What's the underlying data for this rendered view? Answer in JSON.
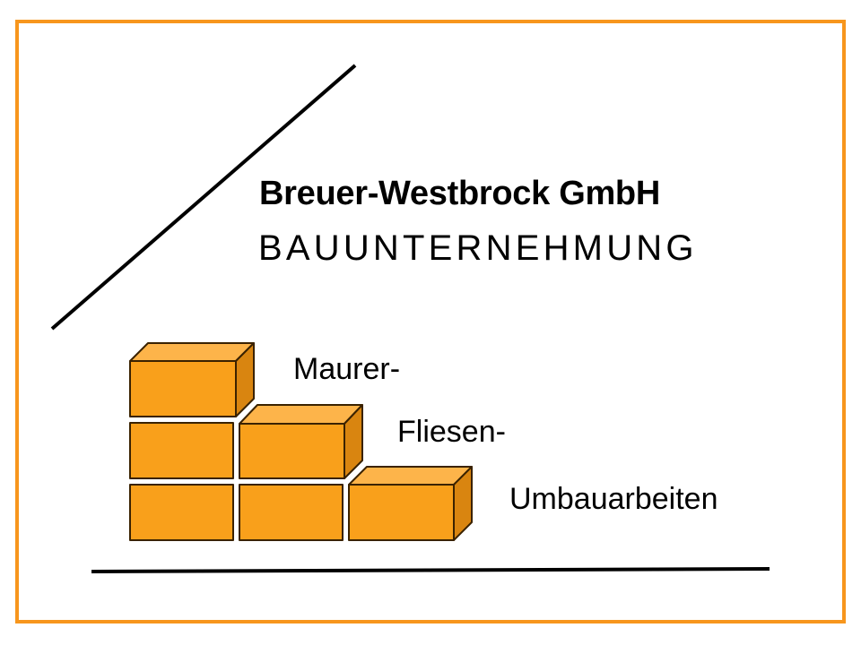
{
  "logo": {
    "company_name": "Breuer-Westbrock GmbH",
    "subtitle": "BAUUNTERNEHMUNG",
    "services": [
      "Maurer-",
      "Fliesen-",
      "Umbauarbeiten"
    ]
  },
  "colors": {
    "frame": "#F7961D",
    "brick_front": "#F9A01B",
    "brick_top": "#FDB44A",
    "brick_side": "#D98510",
    "brick_outline": "#3A2200",
    "lines": "#000000"
  },
  "graphics": {
    "roof_line": "diagonal-roof-line",
    "ground_line": "ground-line",
    "bricks": "stacked-bricks-staircase"
  }
}
